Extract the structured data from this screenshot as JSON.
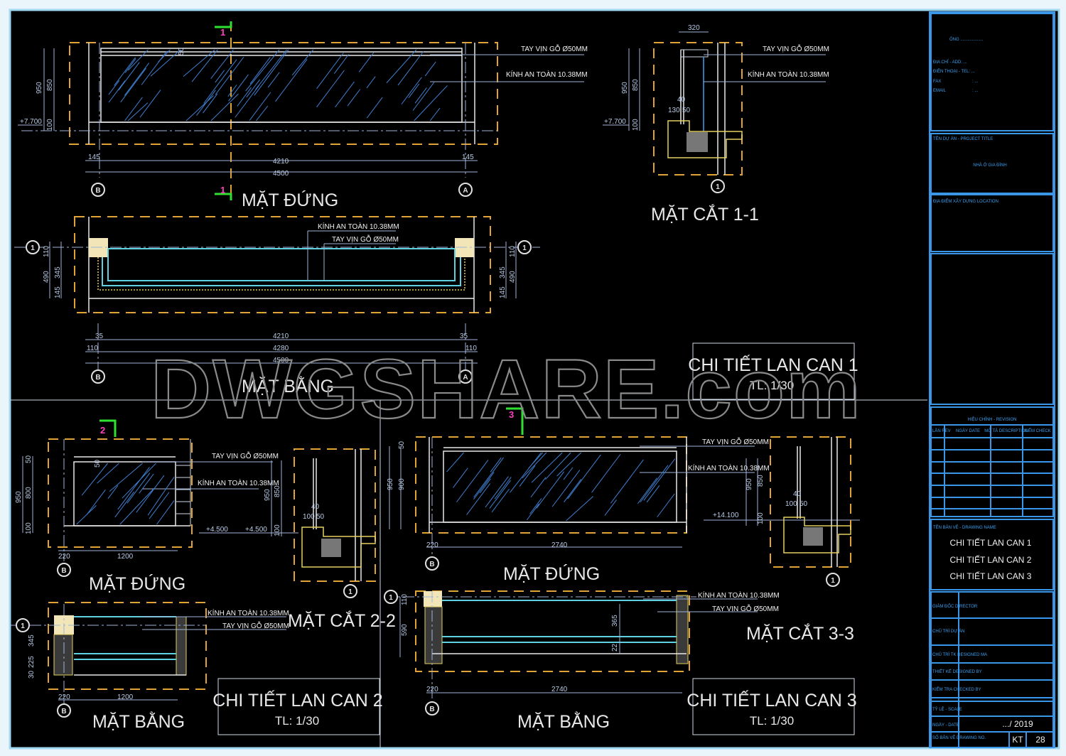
{
  "colors": {
    "frame": "#9fd8f0",
    "title_block": "#3a96e6",
    "background": "#000000",
    "outline_dash": "#e2a336",
    "glass": "#5fd0e0"
  },
  "watermark": "DWGSHARE.com",
  "detail1": {
    "elevation": {
      "title": "MẶT ĐỨNG",
      "handrail": "TAY VỊN GỖ Ø50MM",
      "glass": "KÍNH AN TOÀN 10.38MM",
      "dims": [
        "950",
        "850",
        "100",
        "+7.700",
        "50",
        "145",
        "4210",
        "4500",
        "145"
      ],
      "axes": [
        "B",
        "A"
      ],
      "section_mark": "1"
    },
    "section": {
      "title": "MẶT CẮT 1-1",
      "handrail": "TAY VỊN GỖ Ø50MM",
      "glass": "KÍNH AN TOÀN 10.38MM",
      "dims": [
        "320",
        "950",
        "850",
        "100",
        "+7.700",
        "40",
        "130",
        "50"
      ],
      "axis": "1"
    },
    "plan": {
      "title": "MẶT BẰNG",
      "glass": "KÍNH AN TOÀN 10.38MM",
      "handrail": "TAY VỊN GỖ Ø50MM",
      "dims_left": [
        "110",
        "490",
        "345",
        "145"
      ],
      "dims_right": [
        "110",
        "345",
        "490",
        "145"
      ],
      "dims_bottom": [
        "35",
        "4210",
        "35",
        "110",
        "4280",
        "110",
        "4500"
      ],
      "axes": [
        "1",
        "1",
        "B",
        "A"
      ]
    },
    "label": {
      "name": "CHI TIẾT LAN CAN 1",
      "scale": "TL: 1/30"
    }
  },
  "detail2": {
    "elevation": {
      "title": "MẶT ĐỨNG",
      "handrail": "TAY VỊN GỖ Ø50MM",
      "glass": "KÍNH AN TOÀN 10.38MM",
      "dims": [
        "950",
        "800",
        "50",
        "100",
        "50",
        "220",
        "1200",
        "+4.500",
        "+4.500"
      ],
      "axis": "B",
      "section_mark": "2"
    },
    "section": {
      "title": "MẶT CẮT 2-2",
      "dims": [
        "950",
        "850",
        "100",
        "40",
        "100",
        "50"
      ],
      "axis": "1"
    },
    "plan": {
      "title": "MẶT BẰNG",
      "glass": "KÍNH AN TOÀN 10.38MM",
      "handrail": "TAY VỊN GỖ Ø50MM",
      "dims": [
        "345",
        "30",
        "225",
        "220",
        "1200"
      ],
      "axes": [
        "1",
        "B"
      ]
    },
    "label": {
      "name": "CHI TIẾT LAN CAN 2",
      "scale": "TL: 1/30"
    }
  },
  "detail3": {
    "elevation": {
      "title": "MẶT ĐỨNG",
      "handrail": "TAY VỊN GỖ Ø50MM",
      "glass": "KÍNH AN TOÀN 10.38MM",
      "dims": [
        "950",
        "900",
        "50",
        "220",
        "2740",
        "+14.100"
      ],
      "axis": "B",
      "section_mark": "3"
    },
    "section": {
      "title": "MẶT CẮT 3-3",
      "dims": [
        "950",
        "850",
        "100",
        "40",
        "100",
        "50"
      ],
      "axis": "1"
    },
    "plan": {
      "title": "MẶT BẰNG",
      "glass": "KÍNH AN TOÀN 10.38MM",
      "handrail": "TAY VỊN GỖ Ø50MM",
      "dims": [
        "110",
        "590",
        "365",
        "22",
        "220",
        "2740"
      ],
      "axes": [
        "1",
        "B"
      ]
    },
    "label": {
      "name": "CHI TIẾT LAN CAN 3",
      "scale": "TL: 1/30"
    }
  },
  "title_block": {
    "owner": "ÔNG ...................",
    "address": "ĐỊA CHỈ - ADD: ...",
    "phone": "ĐIỆN THOẠI - TEL: ...",
    "fax_label": "FAX",
    "fax_value": ": ...",
    "email_label": "EMAIL",
    "email_value": ": ...",
    "project_label": "TÊN DỰ ÁN - PROJECT TITLE",
    "project": "NHÀ Ở GIA ĐÌNH",
    "location_label": "ĐỊA ĐIỂM XÂY DỰNG LOCATION",
    "revision_label": "HIỆU CHỈNH - REVISION",
    "revision_cols": [
      "LẦN REV",
      "NGÀY DATE",
      "MÔ TẢ DESCRIPTION",
      "KIỂM CHECK"
    ],
    "drawing_name_label": "TÊN BẢN VẼ - DRAWING NAME",
    "drawing_names": [
      "CHI TIẾT LAN CAN 1",
      "CHI TIẾT LAN CAN 2",
      "CHI TIẾT LAN CAN 3"
    ],
    "roles": [
      "GIÁM ĐỐC DIRECTOR",
      "CHỦ TRÌ DỰ ÁN",
      "CHỦ TRÌ TK DESIGNED MA",
      "THIẾT KẾ DESIGNED BY",
      "KIỂM TRA CHECKED BY"
    ],
    "scale_label": "TỶ LỆ - SCALE",
    "date_label": "NGÀY - DATE",
    "date_value": ".../ 2019",
    "drawing_no_label": "SỐ BẢN VẼ DRAWING NO.",
    "discipline": "KT",
    "sheet_no": "28"
  }
}
